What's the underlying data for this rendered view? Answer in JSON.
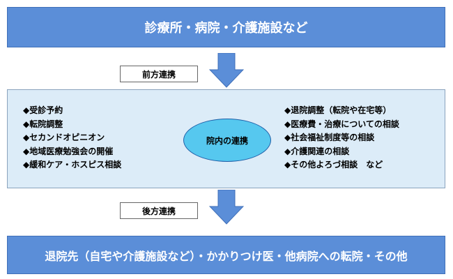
{
  "top_band": {
    "text": "診療所・病院・介護施設など"
  },
  "forward_label": "前方連携",
  "backward_label": "後方連携",
  "center": "院内の連携",
  "left_items": [
    "◆受診予約",
    "◆転院調整",
    "◆セカンドオピニオン",
    "◆地域医療勉強会の開催",
    "◆緩和ケア・ホスピス相談"
  ],
  "right_items": [
    "◆退院調整（転院や在宅等）",
    "◆医療費・治療についての相談",
    "◆社会福祉制度等の相談",
    "◆介護関連の相談",
    "◆その他よろづ相談　など"
  ],
  "bottom_band": {
    "text": "退院先（自宅や介護施設など）・かかりつけ医・他病院への転院・その他"
  },
  "colors": {
    "band": "#5b8ed8",
    "middle_panel": "#dcecf8",
    "ellipse": "#56c8ef",
    "arrow": "#5b8ed8"
  }
}
